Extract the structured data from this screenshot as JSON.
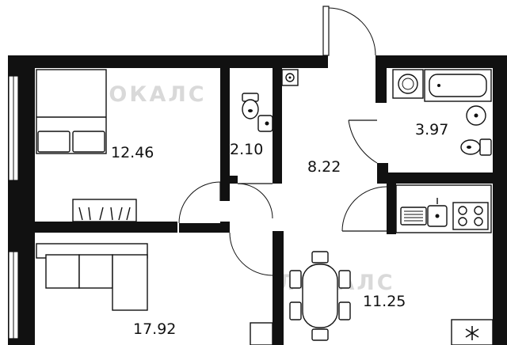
{
  "watermark": {
    "text": "ЛОКАЛС"
  },
  "rooms": [
    {
      "id": "bedroom",
      "area": "12.46"
    },
    {
      "id": "toilet",
      "area": "2.10"
    },
    {
      "id": "hallway",
      "area": "8.22"
    },
    {
      "id": "bathroom",
      "area": "3.97"
    },
    {
      "id": "living-room",
      "area": "17.92"
    },
    {
      "id": "kitchen",
      "area": "11.25"
    }
  ],
  "colors": {
    "wall": "#111111",
    "floor": "#ffffff",
    "watermark": "#d9d9d9"
  }
}
